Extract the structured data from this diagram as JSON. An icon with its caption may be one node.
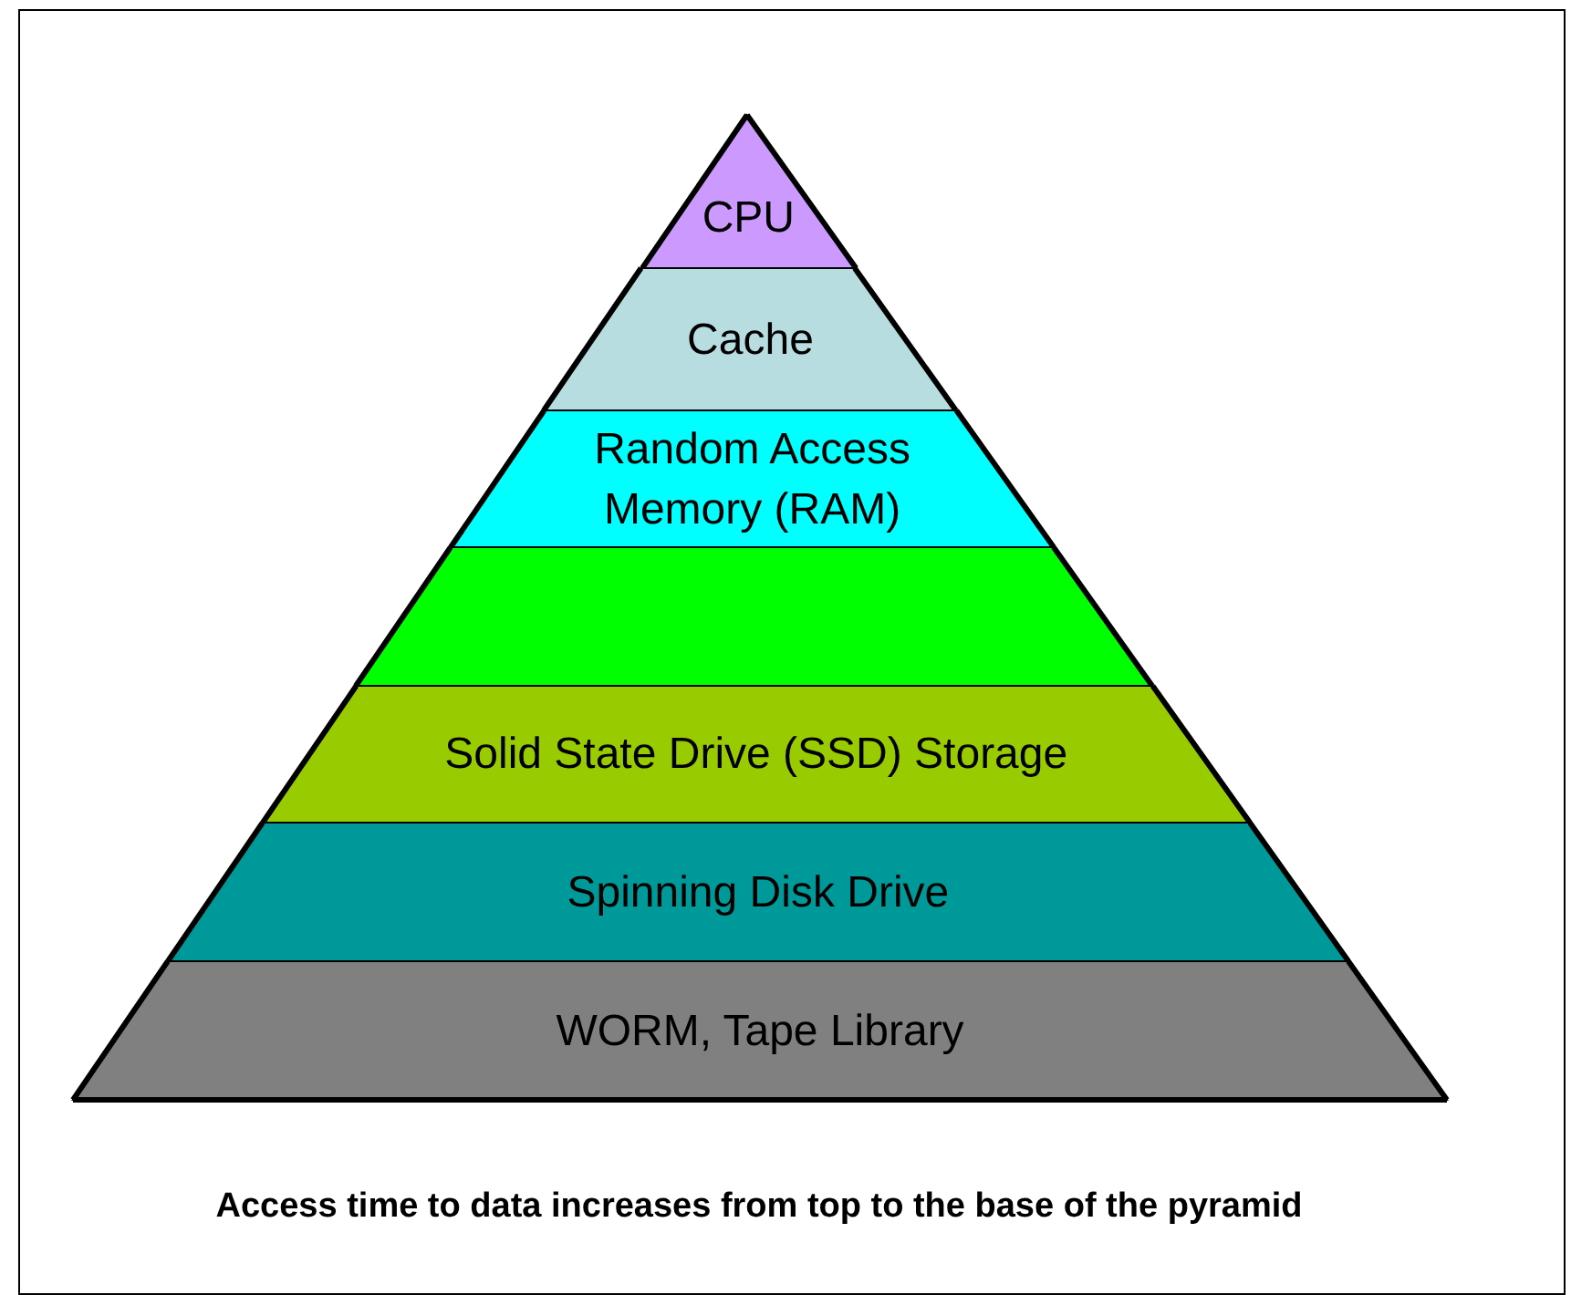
{
  "diagram": {
    "caption": "Access time to data increases from top to the base of the pyramid",
    "nodes": [
      {
        "text": [
          "CPU"
        ]
      },
      {
        "text": [
          "Cache"
        ]
      },
      {
        "text": [
          "Random Access Memory (RAM)"
        ]
      },
      {
        "text": [],
        "shape": "band"
      },
      {
        "text": [
          "Solid State Drive (SSD) Storage"
        ]
      },
      {
        "text": [
          "Spinning Disk Drive"
        ]
      },
      {
        "text": [
          "WORM, Tape Library"
        ]
      }
    ]
  }
}
